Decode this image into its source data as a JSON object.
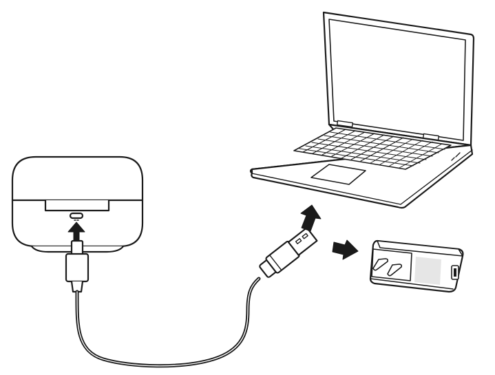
{
  "diagram": {
    "devices": [
      {
        "name": "charging-case",
        "port": "usb-c-port"
      },
      {
        "name": "usb-c-cable",
        "ends": [
          "usb-c-plug",
          "usb-a-plug"
        ]
      },
      {
        "name": "laptop"
      },
      {
        "name": "wall-adapter"
      }
    ],
    "arrows": [
      {
        "name": "insert-arrow",
        "direction": "up"
      },
      {
        "name": "to-laptop-arrow",
        "direction": "up-right"
      },
      {
        "name": "to-adapter-arrow",
        "direction": "right"
      }
    ],
    "colors": {
      "line": "#1a1a1a",
      "fill": "#ffffff",
      "shade": "#e6e6e6",
      "screen_inner": "#ffffff"
    }
  }
}
